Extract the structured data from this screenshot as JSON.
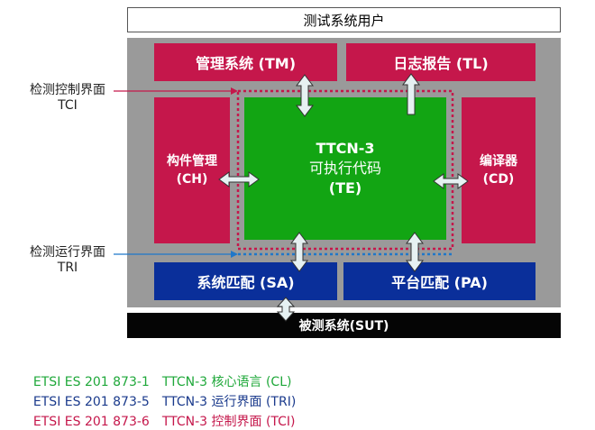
{
  "top": {
    "label": "测试系统用户"
  },
  "boxes": {
    "tm": "管理系统 (TM)",
    "tl": "日志报告 (TL)",
    "ch_line1": "构件管理",
    "ch_line2": "(CH)",
    "cd_line1": "编译器",
    "cd_line2": "(CD)",
    "te_line1": "TTCN-3",
    "te_line2": "可执行代码",
    "te_line3": "(TE)",
    "sa": "系统匹配 (SA)",
    "pa": "平台匹配 (PA)",
    "sut": "被测系统(SUT)"
  },
  "interfaces": {
    "tci_line1": "检测控制界面",
    "tci_line2": "TCI",
    "tri_line1": "检测运行界面",
    "tri_line2": "TRI"
  },
  "standards": [
    {
      "code": "ETSI ES 201 873-1",
      "desc": "TTCN-3 核心语言 (CL)",
      "color": "#1fa83a"
    },
    {
      "code": "ETSI ES 201 873-5",
      "desc": "TTCN-3 运行界面 (TRI)",
      "color": "#1a3a8c"
    },
    {
      "code": "ETSI ES 201 873-6",
      "desc": "TTCN-3 控制界面 (TCI)",
      "color": "#c5174b"
    }
  ],
  "colors": {
    "module_red": "#c5174b",
    "adapter_blue": "#0a2f9a",
    "executable_green": "#12a513",
    "platform_gray": "#9a9a9a",
    "arrow_fill": "#e6f1f2",
    "tci_line": "#c5174b",
    "tri_line": "#1f77c9"
  }
}
